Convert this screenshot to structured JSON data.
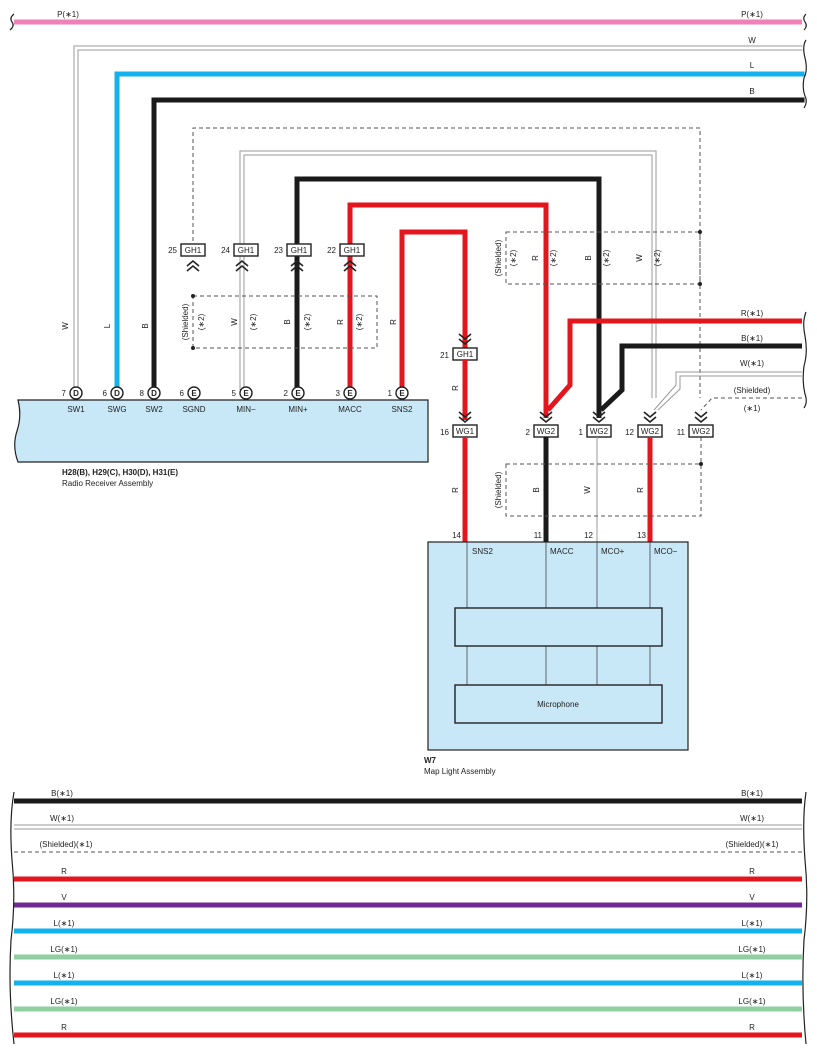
{
  "colors": {
    "pink": "#ee82b8",
    "black": "#1a1a1a",
    "blue": "#12b2ee",
    "red": "#e3161d",
    "purple": "#6f2b93",
    "light_green": "#8fcfa0",
    "white_wire": "#9a9a9a",
    "assembly_fill": "#c9e8f7"
  },
  "top_bus": [
    {
      "label_left": "P(∗1)",
      "label_right": "P(∗1)"
    },
    {
      "label_right": "W"
    },
    {
      "label_right": "L"
    },
    {
      "label_right": "B"
    }
  ],
  "radio": {
    "code": "H28(B), H29(C), H30(D), H31(E)",
    "name": "Radio Receiver Assembly",
    "pins": [
      {
        "num": "7",
        "conn": "D",
        "name": "SW1"
      },
      {
        "num": "6",
        "conn": "D",
        "name": "SWG"
      },
      {
        "num": "8",
        "conn": "D",
        "name": "SW2"
      },
      {
        "num": "6",
        "conn": "E",
        "name": "SGND"
      },
      {
        "num": "5",
        "conn": "E",
        "name": "MIN−"
      },
      {
        "num": "2",
        "conn": "E",
        "name": "MIN+"
      },
      {
        "num": "3",
        "conn": "E",
        "name": "MACC"
      },
      {
        "num": "1",
        "conn": "E",
        "name": "SNS2"
      }
    ]
  },
  "radio_wire_colors": [
    "W",
    "L",
    "B",
    "W",
    "B",
    "R",
    "R"
  ],
  "shielded_label": "(Shielded)",
  "note_2": "(∗2)",
  "gh1_connectors": [
    {
      "num": "25",
      "name": "GH1"
    },
    {
      "num": "24",
      "name": "GH1"
    },
    {
      "num": "23",
      "name": "GH1"
    },
    {
      "num": "22",
      "name": "GH1"
    },
    {
      "num": "21",
      "name": "GH1"
    }
  ],
  "wg_connectors": [
    {
      "num": "16",
      "name": "WG1"
    },
    {
      "num": "2",
      "name": "WG2"
    },
    {
      "num": "1",
      "name": "WG2"
    },
    {
      "num": "12",
      "name": "WG2"
    },
    {
      "num": "11",
      "name": "WG2"
    }
  ],
  "upper_shield_wires": [
    "R",
    "B",
    "W"
  ],
  "right_branch": [
    "R(∗1)",
    "B(∗1)",
    "W(∗1)",
    "(Shielded)",
    "(∗1)"
  ],
  "wire_letters": {
    "r": "R",
    "b": "B",
    "w": "W"
  },
  "map_light": {
    "code": "W7",
    "name": "Map Light Assembly",
    "pins": [
      {
        "num": "14",
        "name": "SNS2"
      },
      {
        "num": "11",
        "name": "MACC"
      },
      {
        "num": "12",
        "name": "MCO+"
      },
      {
        "num": "13",
        "name": "MCO−"
      }
    ],
    "microphone_label": "Microphone"
  },
  "bottom_bus": [
    {
      "label_left": "B(∗1)",
      "label_right": "B(∗1)"
    },
    {
      "label_left": "W(∗1)",
      "label_right": "W(∗1)"
    },
    {
      "label_left": "(Shielded)(∗1)",
      "label_right": "(Shielded)(∗1)"
    },
    {
      "label_left": "R",
      "label_right": "R"
    },
    {
      "label_left": "V",
      "label_right": "V"
    },
    {
      "label_left": "L(∗1)",
      "label_right": "L(∗1)"
    },
    {
      "label_left": "LG(∗1)",
      "label_right": "LG(∗1)"
    },
    {
      "label_left": "L(∗1)",
      "label_right": "L(∗1)"
    },
    {
      "label_left": "LG(∗1)",
      "label_right": "LG(∗1)"
    },
    {
      "label_left": "R",
      "label_right": "R"
    }
  ]
}
